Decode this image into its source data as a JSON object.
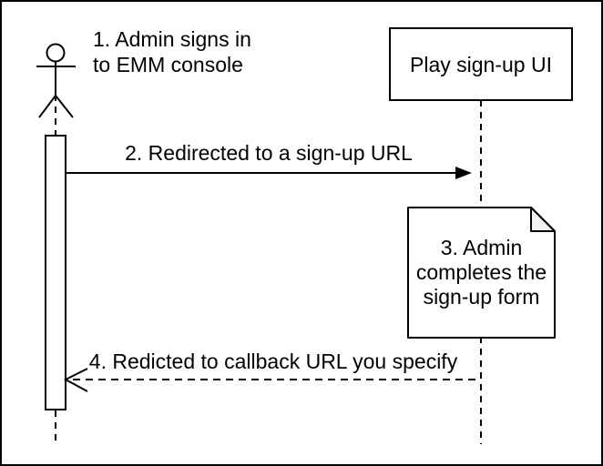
{
  "diagram": {
    "type": "sequence-diagram",
    "actor": {
      "name": "Admin (EMM console user)",
      "step_label": "1. Admin signs in\nto EMM console"
    },
    "lifeline_box": {
      "label": "Play sign-up UI"
    },
    "messages": [
      {
        "id": "redirect",
        "label": "2. Redirected to a sign-up URL",
        "style": "solid",
        "arrowhead": "filled",
        "direction": "right"
      },
      {
        "id": "callback",
        "label": "4. Redicted to callback URL you specify",
        "style": "dashed",
        "arrowhead": "open",
        "direction": "left"
      }
    ],
    "note": {
      "label": "3. Admin\ncompletes the\nsign-up form"
    },
    "colors": {
      "line": "#000000",
      "background": "#ffffff",
      "note_fill": "#ffffff",
      "note_fold_fill": "#f2f2f2"
    }
  }
}
